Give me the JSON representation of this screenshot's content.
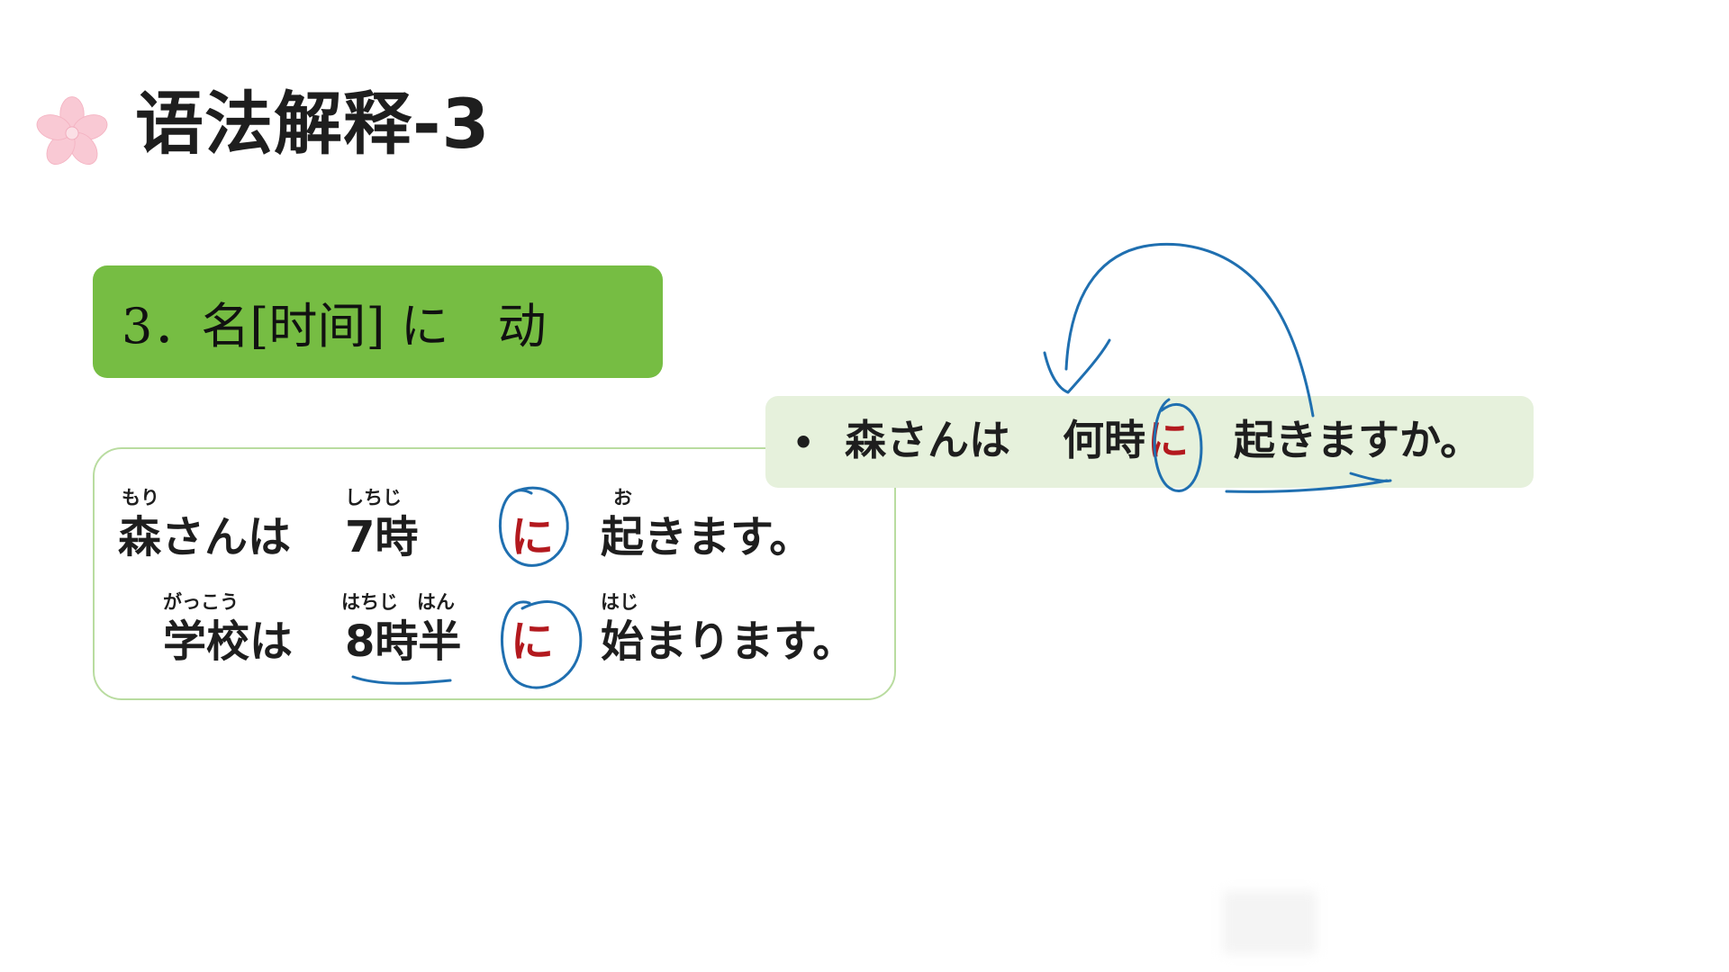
{
  "title": "语法解释-3",
  "pattern": {
    "text": "3．名[时间] に　动"
  },
  "examples": [
    {
      "subject": {
        "text": "森さんは",
        "ruby": "もり"
      },
      "time": {
        "text": "7時",
        "ruby": "しちじ"
      },
      "particle": "に",
      "verb": {
        "text": "起きます。",
        "ruby": "お"
      }
    },
    {
      "subject": {
        "text": "学校は",
        "ruby": "がっこう"
      },
      "time": {
        "text": "8時半",
        "ruby": "はちじ　はん"
      },
      "particle": "に",
      "verb": {
        "text": "始まります。",
        "ruby": "はじ"
      }
    }
  ],
  "question": {
    "bullet": "•",
    "subject": "森さんは",
    "time": "何時",
    "particle": "に",
    "verb": "起きますか。"
  },
  "colors": {
    "pattern_green": "#76bd43",
    "question_bg": "#e6f1dc",
    "particle_red": "#b3191e",
    "ink_blue": "#1f6fb0",
    "sakura_pink": "#f9c9d4"
  }
}
